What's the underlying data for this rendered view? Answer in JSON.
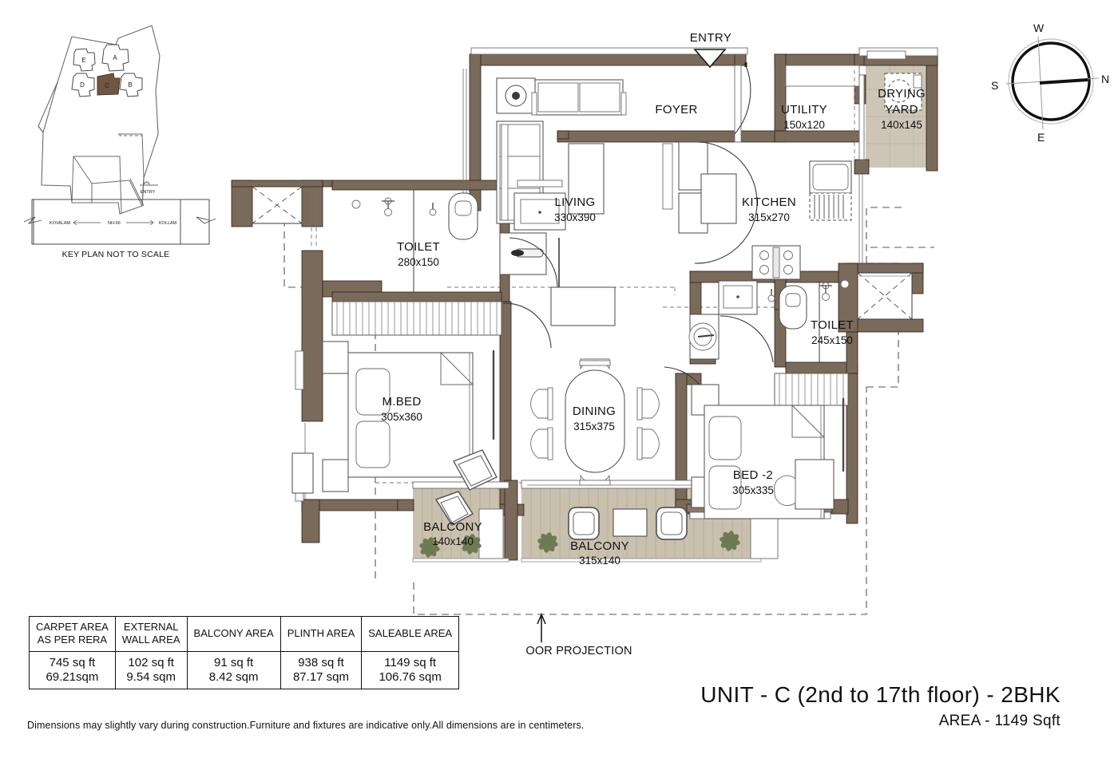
{
  "meta": {
    "drawing_type": "residential-floor-plan"
  },
  "key_plan": {
    "caption": "KEY PLAN NOT TO SCALE",
    "blocks": [
      {
        "id": "E",
        "highlighted": false
      },
      {
        "id": "A",
        "highlighted": false
      },
      {
        "id": "D",
        "highlighted": false
      },
      {
        "id": "C",
        "highlighted": true
      },
      {
        "id": "B",
        "highlighted": false
      }
    ],
    "entry_label": "ENTRY",
    "road": {
      "name": "NH-66",
      "left_direction": "KOVALAM",
      "right_direction": "KOLLAM"
    },
    "highlight_color": "#6f5744"
  },
  "compass": {
    "top": "W",
    "right": "N",
    "bottom": "E",
    "left": "S"
  },
  "plan": {
    "entry_label": "ENTRY",
    "projection_label": "OOR PROJECTION",
    "rooms": [
      {
        "name": "FOYER",
        "dim": ""
      },
      {
        "name": "LIVING",
        "dim": "330x390"
      },
      {
        "name": "UTILITY",
        "dim": "150x120"
      },
      {
        "name": "DRYING\nYARD",
        "dim": "140x145",
        "name_line1": "DRYING",
        "name_line2": "YARD"
      },
      {
        "name": "KITCHEN",
        "dim": "315x270"
      },
      {
        "name": "TOILET",
        "dim": "280x150"
      },
      {
        "name": "TOILET",
        "dim": "245x150"
      },
      {
        "name": "M.BED",
        "dim": "305x360"
      },
      {
        "name": "DINING",
        "dim": "315x375"
      },
      {
        "name": "BED -2",
        "dim": "305x335"
      },
      {
        "name": "BALCONY",
        "dim": "140x140"
      },
      {
        "name": "BALCONY",
        "dim": "315x140"
      }
    ],
    "labels": {
      "foyer": "FOYER",
      "living": "LIVING",
      "living_dim": "330x390",
      "utility": "UTILITY",
      "utility_dim": "150x120",
      "drying_yard_1": "DRYING",
      "drying_yard_2": "YARD",
      "drying_yard_dim": "140x145",
      "kitchen": "KITCHEN",
      "kitchen_dim": "315x270",
      "toilet_left": "TOILET",
      "toilet_left_dim": "280x150",
      "toilet_right": "TOILET",
      "toilet_right_dim": "245x150",
      "mbed": "M.BED",
      "mbed_dim": "305x360",
      "dining": "DINING",
      "dining_dim": "315x375",
      "bed2": "BED -2",
      "bed2_dim": "305x335",
      "balcony_small": "BALCONY",
      "balcony_small_dim": "140x140",
      "balcony_large": "BALCONY",
      "balcony_large_dim": "315x140"
    },
    "colors": {
      "wall": "#7a6a5a",
      "balcony_deck": "#c9c0ae",
      "drying_yard": "#cdc6b6",
      "plant": "#6e7b52",
      "line": "#2a2018"
    }
  },
  "area_table": {
    "headers": [
      "CARPET AREA\nAS PER RERA",
      "EXTERNAL\nWALL AREA",
      "BALCONY AREA",
      "PLINTH AREA",
      "SALEABLE AREA"
    ],
    "values": [
      "745 sq ft\n69.21sqm",
      "102 sq ft\n9.54 sqm",
      "91 sq ft\n8.42 sqm",
      "938 sq ft\n87.17 sqm",
      "1149 sq ft\n106.76 sqm"
    ]
  },
  "disclaimer": "Dimensions may slightly vary during construction.Furniture and fixtures are indicative only.All dimensions are in centimeters.",
  "title_block": {
    "main": "UNIT - C (2nd to 17th floor) - 2BHK",
    "sub": "AREA - 1149 Sqft"
  }
}
